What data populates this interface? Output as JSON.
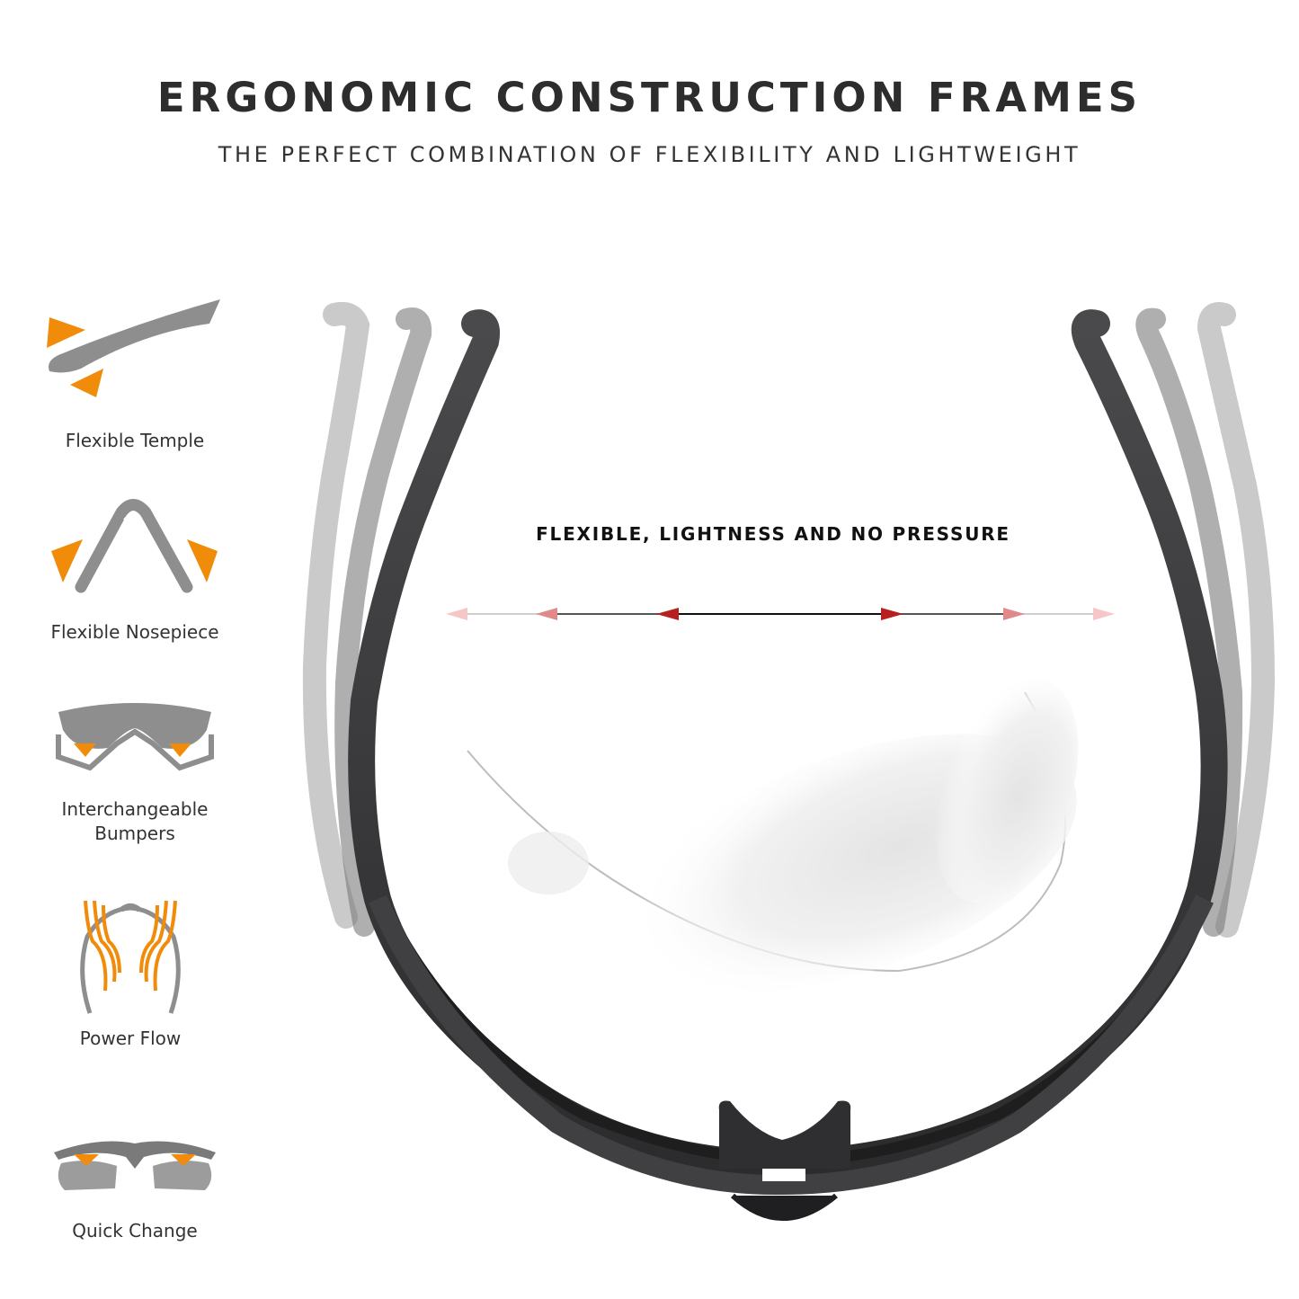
{
  "header": {
    "title": "ERGONOMIC CONSTRUCTION FRAMES",
    "subtitle": "THE PERFECT COMBINATION OF FLEXIBILITY AND LIGHTWEIGHT"
  },
  "features": [
    {
      "label": "Flexible Temple",
      "icon": "flexible-temple-icon"
    },
    {
      "label": "Flexible Nosepiece",
      "icon": "flexible-nosepiece-icon"
    },
    {
      "label": "Interchangeable",
      "label2": "Bumpers",
      "icon": "interchangeable-bumpers-icon"
    },
    {
      "label": "Power Flow",
      "icon": "power-flow-icon"
    },
    {
      "label": "Quick Change",
      "icon": "quick-change-icon"
    }
  ],
  "hero": {
    "tagline": "FLEXIBLE, LIGHTNESS AND NO PRESSURE",
    "arrow_colors": [
      "#f5c7c7",
      "#e08a8a",
      "#b82020"
    ],
    "frame_color": "#3a3a3c",
    "accent_color": "#f08c0a"
  }
}
